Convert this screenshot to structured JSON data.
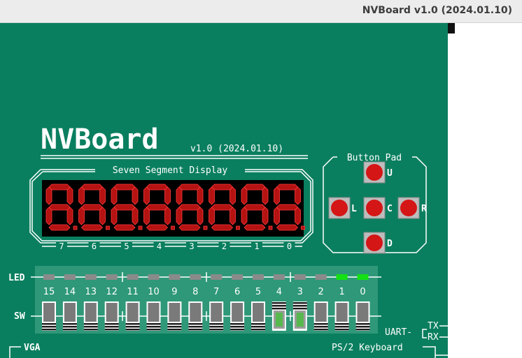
{
  "window": {
    "title": "NVBoard v1.0 (2024.01.10)"
  },
  "board": {
    "logo": "NVBoard",
    "version": "v1.0 (2024.01.10)",
    "seg_title": "Seven Segment Display",
    "seg_labels": [
      "7",
      "6",
      "5",
      "4",
      "3",
      "2",
      "1",
      "0"
    ],
    "btn_title": "Button Pad",
    "buttons": {
      "up": "U",
      "left": "L",
      "center": "C",
      "right": "R",
      "down": "D"
    },
    "led_label": "LED",
    "led_numbers": [
      "15",
      "14",
      "13",
      "12",
      "11",
      "10",
      "9",
      "8",
      "7",
      "6",
      "5",
      "4",
      "3",
      "2",
      "1",
      "0"
    ],
    "leds_on": [
      false,
      false,
      false,
      false,
      false,
      false,
      false,
      false,
      false,
      false,
      false,
      false,
      false,
      false,
      true,
      true
    ],
    "sw_label": "SW",
    "switches_on": [
      false,
      false,
      false,
      false,
      false,
      false,
      false,
      false,
      false,
      false,
      false,
      true,
      true,
      false,
      false,
      false
    ],
    "uart_label": "UART-",
    "tx_label": "TX",
    "rx_label": "RX",
    "vga_label": "VGA",
    "ps2_label": "PS/2 Keyboard"
  },
  "colors": {
    "board": "#0a7f5f",
    "panel": "#2e9878",
    "seg_off": "#b51212",
    "seg_outline": "#ff3b3b",
    "button": "#d41616",
    "led_off": "#8a8a8a",
    "led_on": "#14e014",
    "switch_on": "#57b84e",
    "line": "#ffffff"
  }
}
